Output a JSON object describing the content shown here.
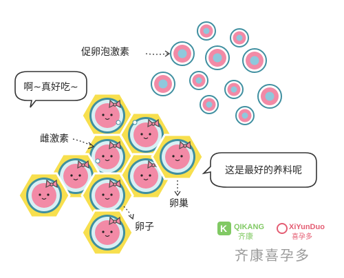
{
  "labels": {
    "fsh": "促卵泡激素",
    "exclaim": "啊~真好吃~",
    "estrogen": "雌激素",
    "nutrition": "这是最好的养料呢",
    "ovary": "卵巢",
    "egg": "卵子"
  },
  "watermark": {
    "qikang_en": "QIKANG",
    "qikang_cn": "齐康",
    "xiyunduo_en": "XiYunDuo",
    "xiyunduo_cn": "喜孕多",
    "footer": "齐康喜孕多"
  },
  "colors": {
    "hex_fill": "#f7df4e",
    "hex_border": "#ffffff",
    "egg_ring": "#3f8fa0",
    "egg_ring_fill": "#d8f0f4",
    "egg_pink": "#f28aa6",
    "follicle_pink": "#f28aa6",
    "follicle_blue": "#8ec8dc",
    "qikang_green": "#6cc04a",
    "xiyunduo_red": "#e0405a"
  }
}
